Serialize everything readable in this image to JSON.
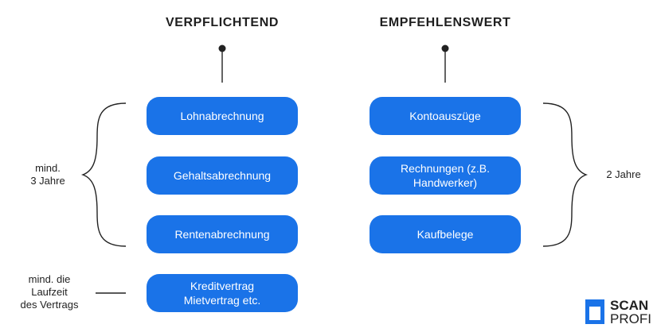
{
  "headings": {
    "left": "VERPFLICHTEND",
    "right": "EMPFEHLENSWERT"
  },
  "left_items": [
    "Lohnabrechnung",
    "Gehaltsabrechnung",
    "Rentenabrechnung",
    "Kreditvertrag\nMietvertrag etc."
  ],
  "right_items": [
    "Kontoauszüge",
    "Rechnungen (z.B.\nHandwerker)",
    "Kaufbelege"
  ],
  "side_labels": {
    "left_group": "mind.\n3 Jahre",
    "left_contract": "mind. die\nLaufzeit\ndes Vertrags",
    "right_group": "2 Jahre"
  },
  "logo": {
    "line1": "SCAN",
    "line2": "PROFI"
  },
  "colors": {
    "pill": "#1a73e8",
    "lines": "#222222",
    "logo_blue": "#1a73e8"
  }
}
